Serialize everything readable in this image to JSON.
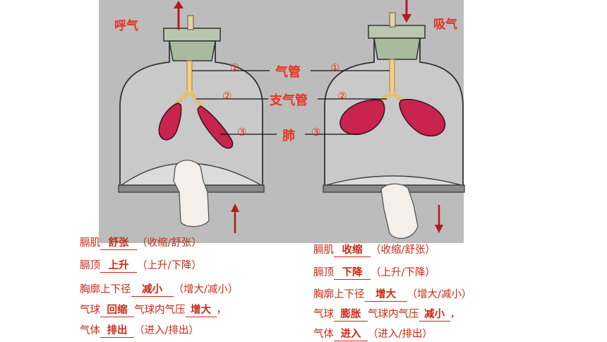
{
  "left_title": "呼气",
  "right_title": "吸气",
  "labels": {
    "trachea": "气管",
    "bronchi": "支气管",
    "lung": "肺"
  },
  "markers": {
    "m1": "①",
    "m2": "②",
    "m3": "③"
  },
  "colors": {
    "text": "#e8321e",
    "balloon": "#c8244e",
    "background": "#bcbcbc",
    "arrow": "#b31b1b"
  },
  "exhale": {
    "diaphragm": {
      "label": "膈肌",
      "answer": "舒张",
      "options": "（收缩/舒张）"
    },
    "top": {
      "label": "膈顶",
      "answer": "上升",
      "options": "（上升/下降）"
    },
    "chest": {
      "label": "胸廓上下径",
      "answer": "减小",
      "options": "（增大/减小）"
    },
    "balloon": {
      "label": "气球",
      "answer": "回缩",
      "mid": "气球内气压",
      "answer2": "增大",
      "tail": "，"
    },
    "air": {
      "label": "气体",
      "answer": "排出",
      "options": "（进入/排出）"
    }
  },
  "inhale": {
    "diaphragm": {
      "label": "膈肌",
      "answer": "收缩",
      "options": "（收缩/舒张）"
    },
    "top": {
      "label": "膈顶",
      "answer": "下降",
      "options": "（上升/下降）"
    },
    "chest": {
      "label": "胸廓上下径",
      "answer": "增大",
      "options": "（增大/减小）"
    },
    "balloon": {
      "label": "气球",
      "answer": "膨胀",
      "mid": "气球内气压",
      "answer2": "减小",
      "tail": "，"
    },
    "air": {
      "label": "气体",
      "answer": "进入",
      "options": "（进入/排出）"
    }
  }
}
